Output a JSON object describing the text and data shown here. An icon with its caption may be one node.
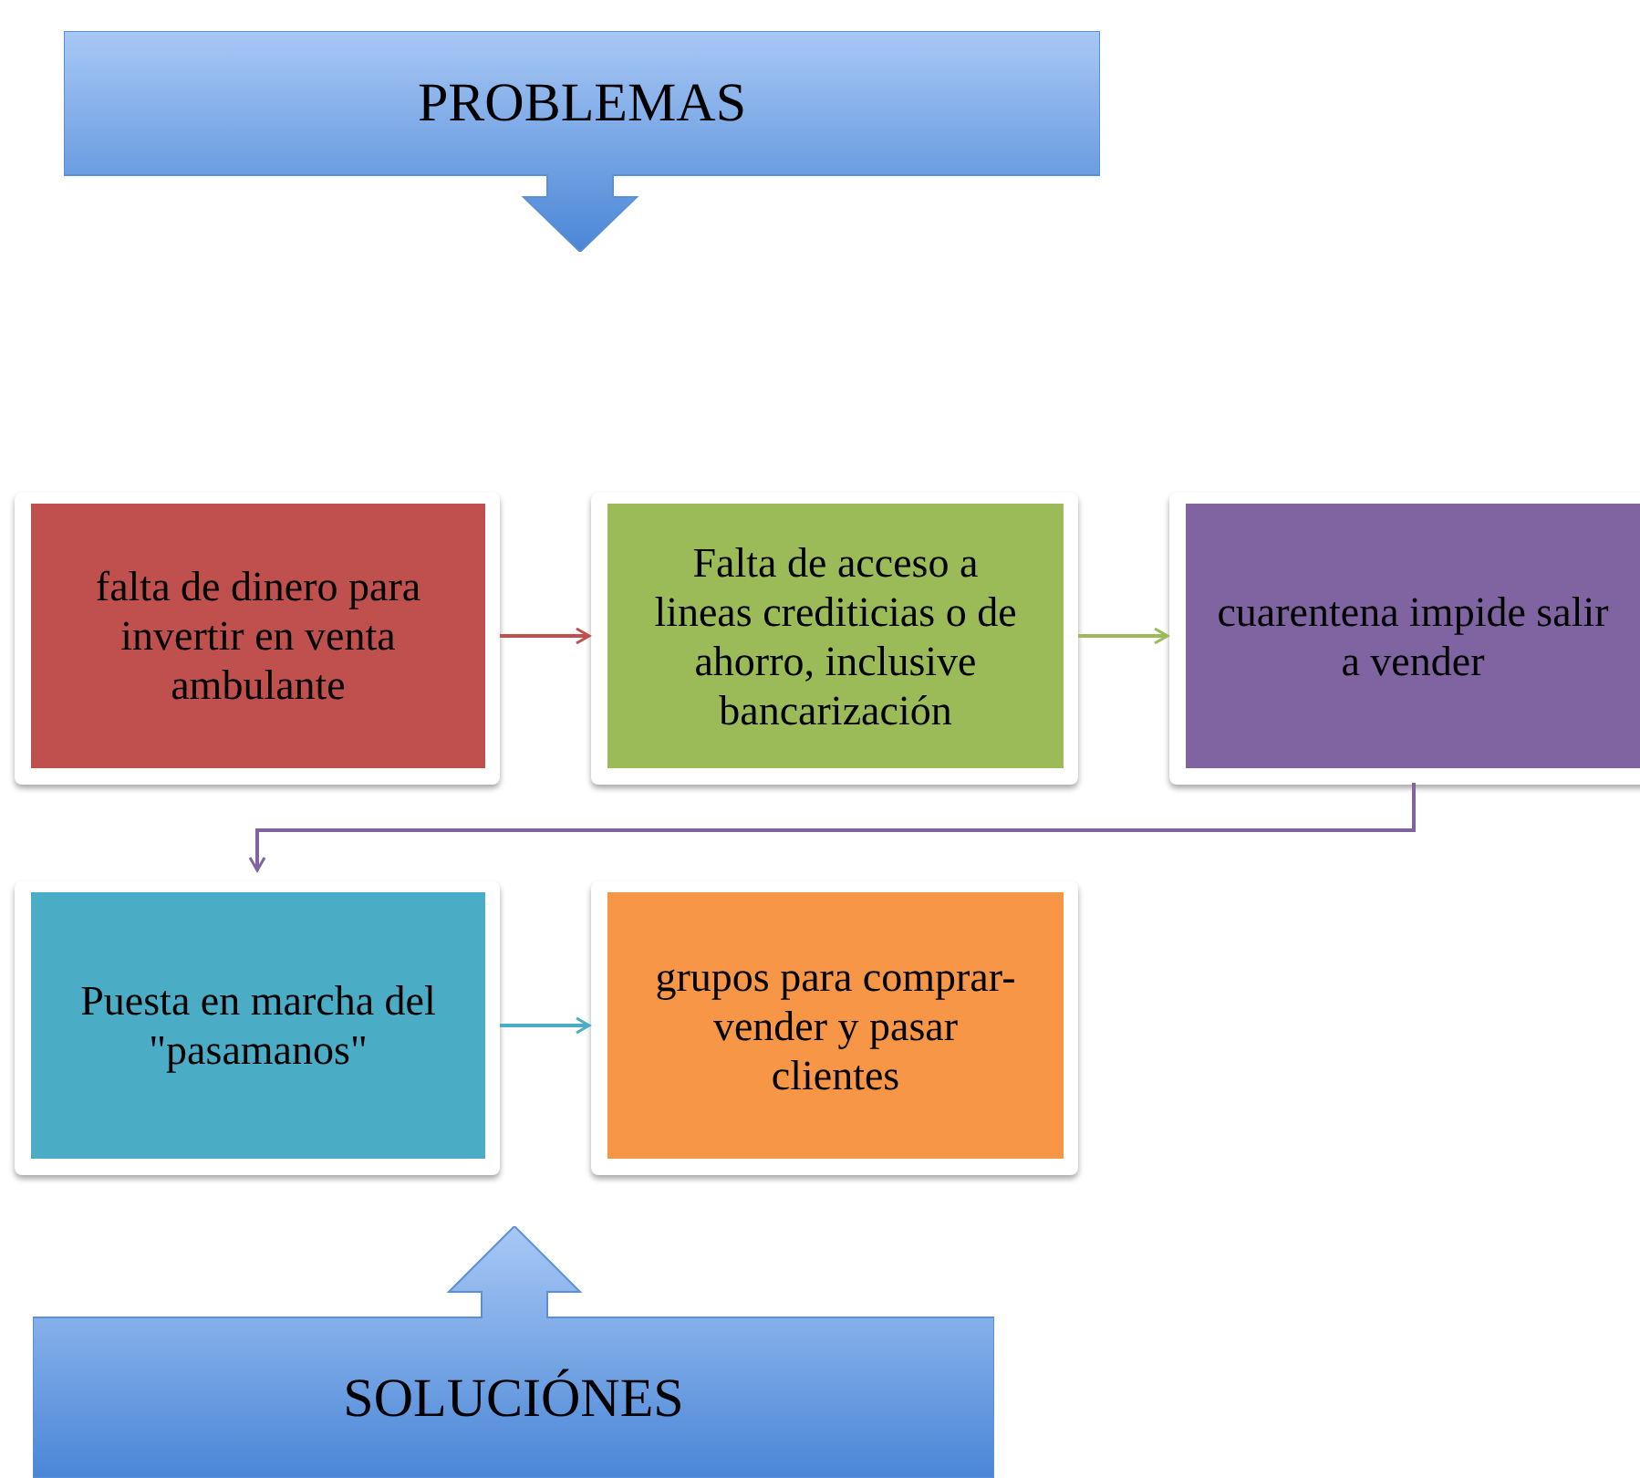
{
  "diagram": {
    "nodes": [
      {
        "text": [
          "PROBLEMAS"
        ]
      },
      {
        "text": [
          "falta de dinero para invertir en venta ambulante"
        ]
      },
      {
        "text": [
          "Falta de acceso a lineas crediticias o de ahorro, inclusive bancarización"
        ]
      },
      {
        "text": [
          "cuarentena impide salir a vender"
        ]
      },
      {
        "text": [
          "Puesta en marcha del \"pasamanos\""
        ]
      },
      {
        "text": [
          "grupos para comprar-vender y pasar clientes"
        ]
      },
      {
        "text": [
          "SOLUCIÓNES"
        ]
      }
    ],
    "edges": [
      {
        "from": 1,
        "to": 2,
        "arrow": "to",
        "color": "#c0504d"
      },
      {
        "from": 2,
        "to": 3,
        "arrow": "to",
        "color": "#9bbb59"
      },
      {
        "from": 3,
        "to": 4,
        "arrow": "to",
        "color": "#8064a2"
      },
      {
        "from": 4,
        "to": 5,
        "arrow": "to",
        "color": "#4bacc6"
      }
    ]
  }
}
